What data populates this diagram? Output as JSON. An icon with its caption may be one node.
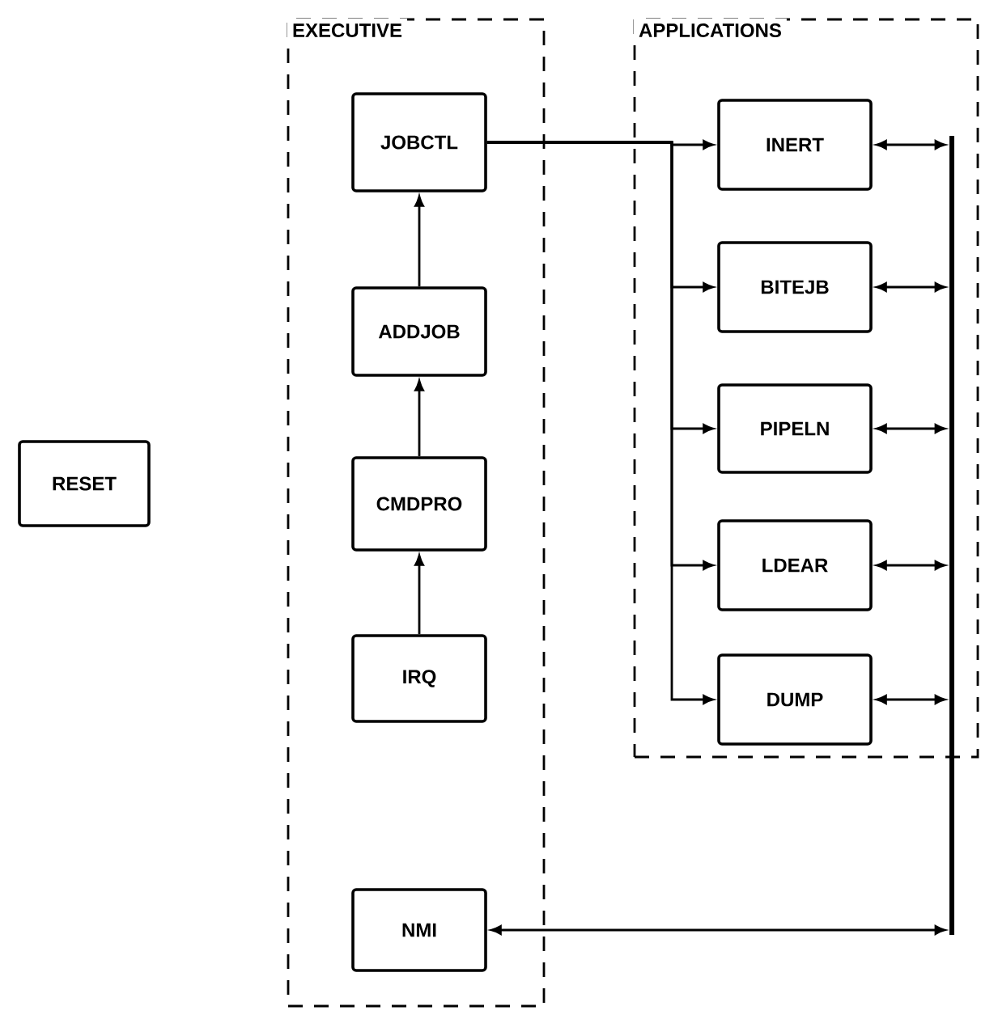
{
  "diagram": {
    "nodes": [
      {
        "text": [
          "EXECUTIVE"
        ]
      },
      {
        "text": [
          "JOBCTL"
        ],
        "in": 0
      },
      {
        "text": [
          "ADDJOB"
        ],
        "in": 0
      },
      {
        "text": [
          "CMDPRO"
        ],
        "in": 0
      },
      {
        "text": [
          "IRQ"
        ],
        "in": 0
      },
      {
        "text": [
          "NMI"
        ],
        "in": 0
      },
      {
        "text": [
          "APPLICATIONS"
        ]
      },
      {
        "text": [
          "INERT"
        ],
        "in": 6
      },
      {
        "text": [
          "BITEJB"
        ],
        "in": 6
      },
      {
        "text": [
          "PIPELN"
        ],
        "in": 6
      },
      {
        "text": [
          "LDEAR"
        ],
        "in": 6
      },
      {
        "text": [
          "DUMP"
        ],
        "in": 6
      },
      {
        "text": [
          "RESET"
        ]
      },
      {
        "text": [],
        "shape": "bar"
      }
    ],
    "edges": [
      {
        "from": 4,
        "to": 3,
        "arrow": "to"
      },
      {
        "from": 3,
        "to": 2,
        "arrow": "to"
      },
      {
        "from": 2,
        "to": 1,
        "arrow": "to"
      },
      {
        "from": 1,
        "to": 7,
        "arrow": "to"
      },
      {
        "from": 1,
        "to": 8,
        "arrow": "to"
      },
      {
        "from": 1,
        "to": 9,
        "arrow": "to"
      },
      {
        "from": 1,
        "to": 10,
        "arrow": "to"
      },
      {
        "from": 1,
        "to": 11,
        "arrow": "to"
      },
      {
        "from": 7,
        "to": 13,
        "arrow": "both"
      },
      {
        "from": 8,
        "to": 13,
        "arrow": "both"
      },
      {
        "from": 9,
        "to": 13,
        "arrow": "both"
      },
      {
        "from": 10,
        "to": 13,
        "arrow": "both"
      },
      {
        "from": 11,
        "to": 13,
        "arrow": "both"
      },
      {
        "from": 13,
        "to": 5,
        "arrow": "both"
      }
    ]
  }
}
